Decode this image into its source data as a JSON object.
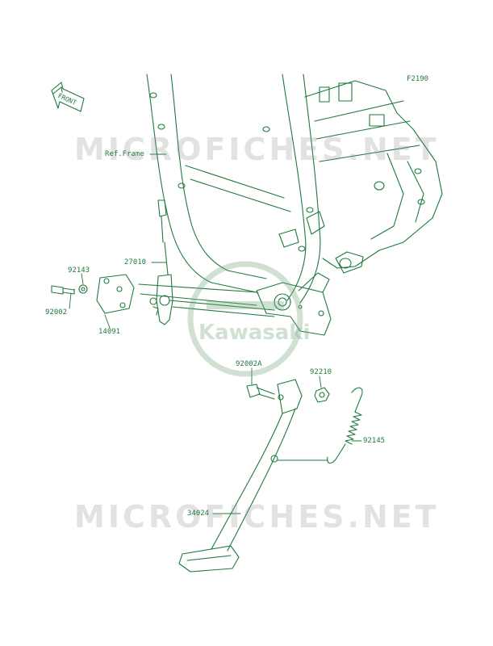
{
  "figure_code": "F2190",
  "front_label": "FRONT",
  "watermark_text": "MICROFICHES.NET",
  "brand_text": "Kawasaki",
  "line_color": "#1e7a3c",
  "callouts": {
    "ref_frame": "Ref.Frame",
    "c27010": "27010",
    "c92143": "92143",
    "c92002": "92002",
    "c14091": "14091",
    "c92002A": "92002A",
    "c92210": "92210",
    "c92145": "92145",
    "c34024": "34024"
  }
}
